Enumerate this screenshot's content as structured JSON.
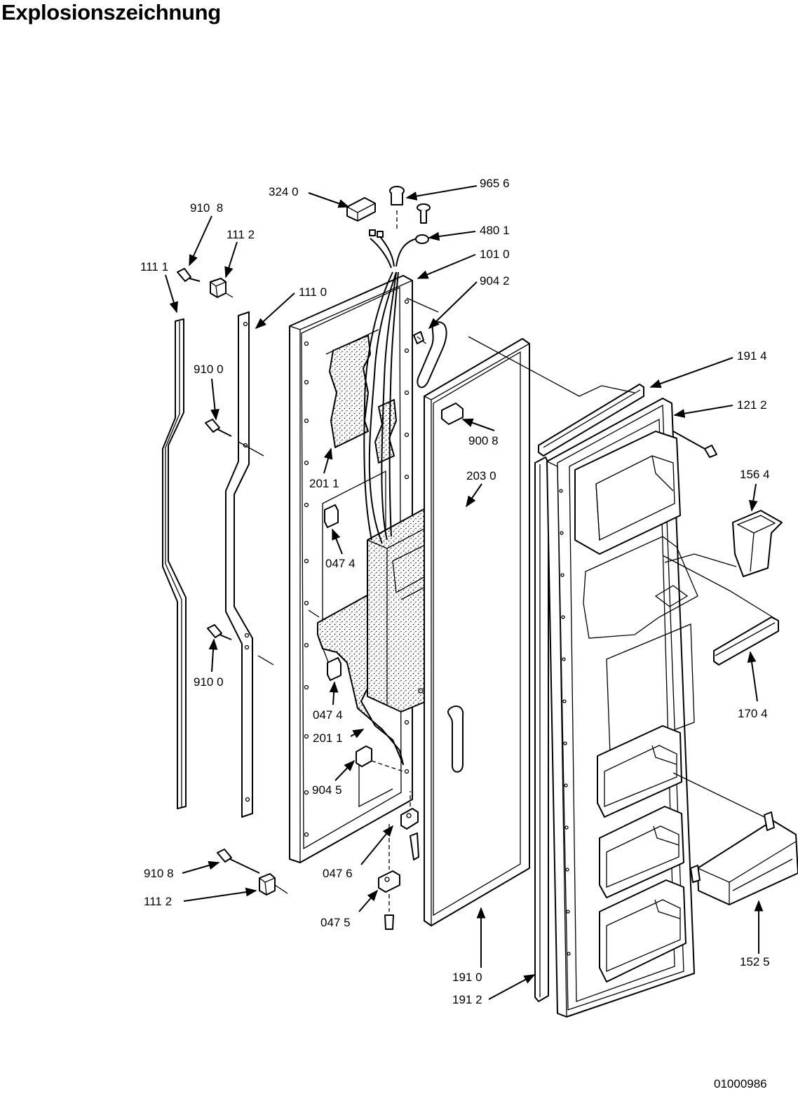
{
  "title": "Explosionszeichnung",
  "document_number": "01000986",
  "part_labels": [
    "324 0",
    "965 6",
    "910  8",
    "111 2",
    "480 1",
    "101 0",
    "111 1",
    "904 2",
    "111 0",
    "191 4",
    "910 0",
    "121 2",
    "900 8",
    "156 4",
    "201 1",
    "203 0",
    "047 4",
    "170 4",
    "910 0",
    "047 4",
    "201 1",
    "904 5",
    "047 6",
    "910 8",
    "111 2",
    "047 5",
    "191 0",
    "191 2",
    "152 5"
  ]
}
